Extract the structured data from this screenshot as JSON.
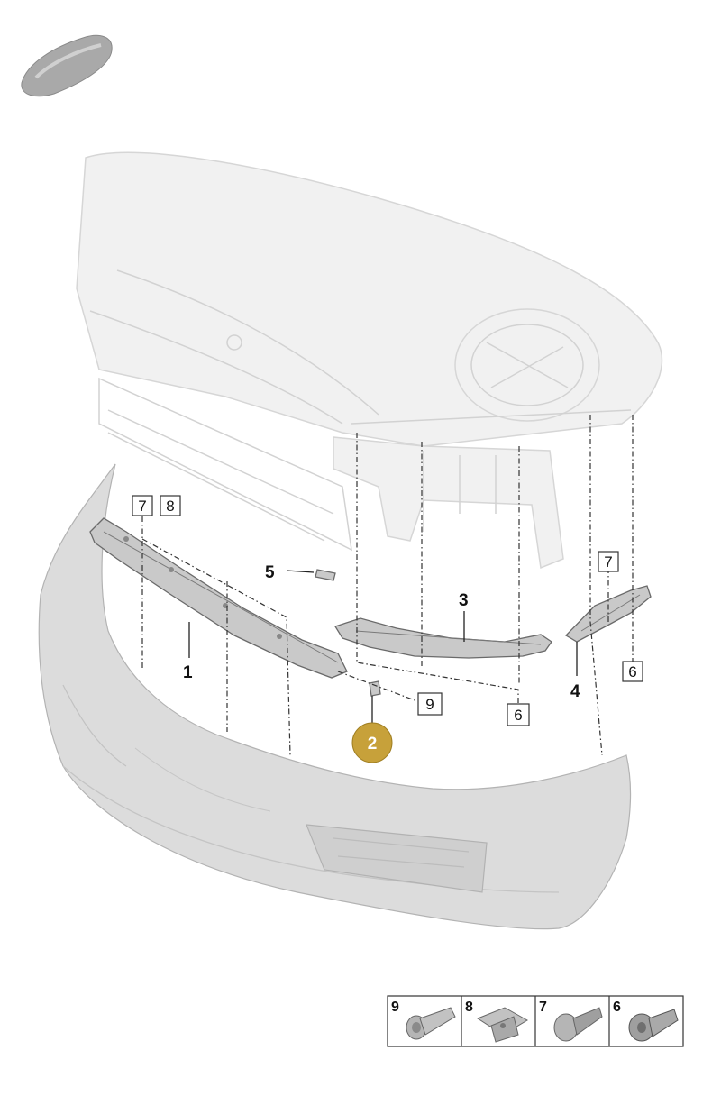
{
  "callouts": {
    "part_1": "1",
    "part_2": "2",
    "part_3": "3",
    "part_4": "4",
    "part_5": "5"
  },
  "boxed_refs": {
    "left_7": "7",
    "left_8": "8",
    "right_7": "7",
    "right_6": "6",
    "center_9": "9",
    "center_6": "6"
  },
  "legend": {
    "items": [
      {
        "num": "9",
        "icon": "bolt-with-washer-icon"
      },
      {
        "num": "8",
        "icon": "spring-nut-clip-icon"
      },
      {
        "num": "7",
        "icon": "expanding-rivet-icon"
      },
      {
        "num": "6",
        "icon": "round-head-screw-icon"
      }
    ]
  },
  "colors": {
    "highlight_badge": "#c7a13a",
    "part_fill": "#c9c9c9",
    "bumper_fill": "#dcdcdc",
    "ghost_outline": "#d6d6d6"
  }
}
